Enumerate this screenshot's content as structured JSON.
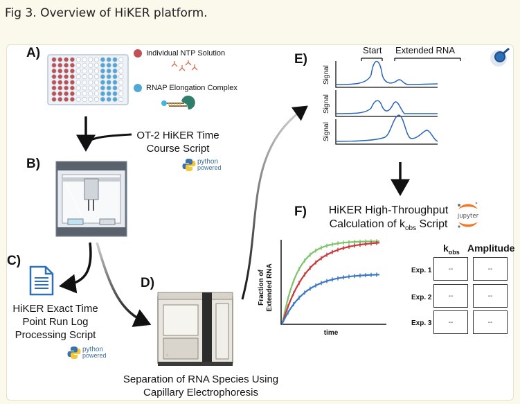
{
  "caption": "Fig 3. Overview of HiKER platform.",
  "labels": {
    "A": "A)",
    "B": "B)",
    "C": "C)",
    "D": "D)",
    "E": "E)",
    "F": "F)"
  },
  "legend": {
    "ntp": {
      "text": "Individual NTP Solution",
      "color": "#c05054"
    },
    "rnap": {
      "text": "RNAP Elongation Complex",
      "color": "#4fa8d8"
    }
  },
  "steps": {
    "ot2_script_line1": "OT-2 HiKER Time",
    "ot2_script_line2": "Course Script",
    "log_line1": "HiKER Exact Time",
    "log_line2": "Point Run Log",
    "log_line3": "Processing Script",
    "ce_line1": "Separation  of RNA Species Using",
    "ce_line2": "Capillary Electrophoresis",
    "kobs_line1": "HiKER High-Throughput",
    "kobs_line2_pre": "Calculation of k",
    "kobs_line2_sub": "obs",
    "kobs_line2_post": " Script"
  },
  "python_badge": {
    "line1": "python",
    "line2": "powered"
  },
  "jupyter_badge": "jupyter",
  "electropherogram": {
    "start_label": "Start",
    "extended_label": "Extended RNA",
    "signal_label": "Signal"
  },
  "kinetics_plot": {
    "ylabel_line1": "Fraction of",
    "ylabel_line2": "Extended RNA",
    "xlabel": "time",
    "series_colors": [
      "#7cc36a",
      "#c9383a",
      "#3a78c2"
    ]
  },
  "results_table": {
    "col1_pre": "k",
    "col1_sub": "obs",
    "col2": "Amplitude",
    "rows": [
      {
        "label": "Exp. 1",
        "kobs": "--",
        "amp": "--"
      },
      {
        "label": "Exp. 2",
        "kobs": "--",
        "amp": "--"
      },
      {
        "label": "Exp. 3",
        "kobs": "--",
        "amp": "--"
      }
    ]
  }
}
